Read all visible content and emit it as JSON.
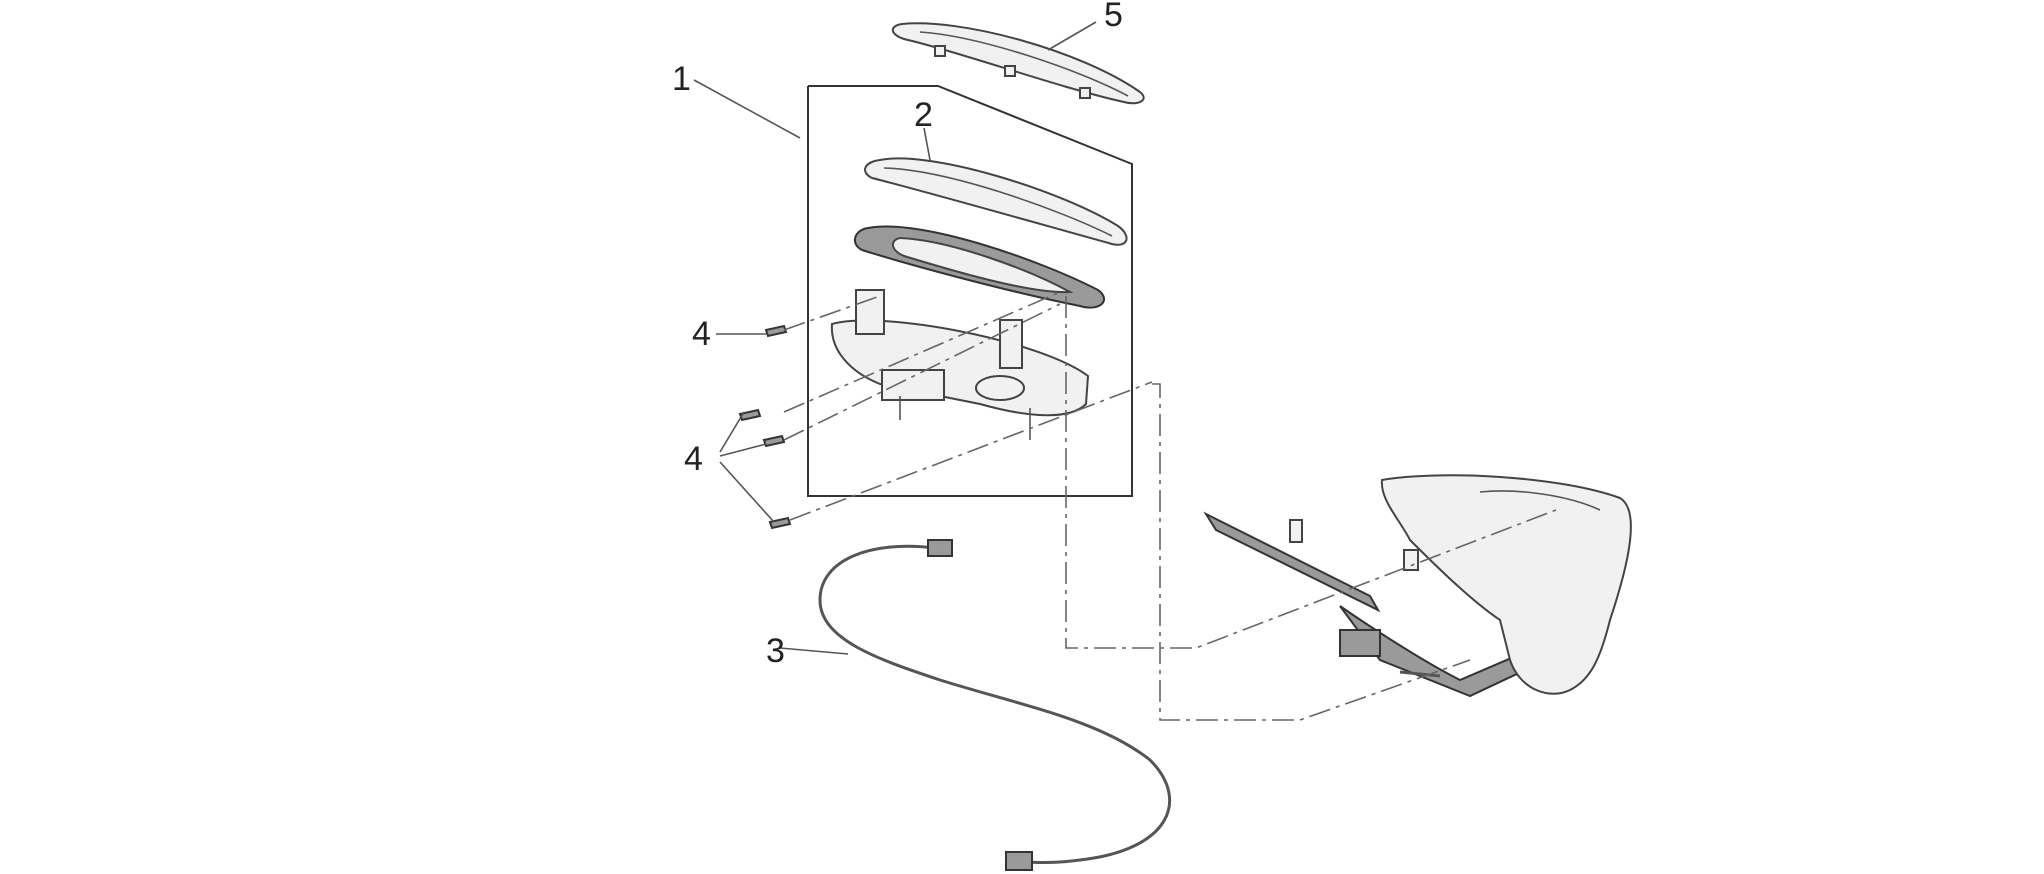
{
  "diagram": {
    "callouts": [
      {
        "id": "1",
        "label": "1"
      },
      {
        "id": "2",
        "label": "2"
      },
      {
        "id": "3",
        "label": "3"
      },
      {
        "id": "4a",
        "label": "4"
      },
      {
        "id": "4b",
        "label": "4"
      },
      {
        "id": "5",
        "label": "5"
      }
    ]
  }
}
